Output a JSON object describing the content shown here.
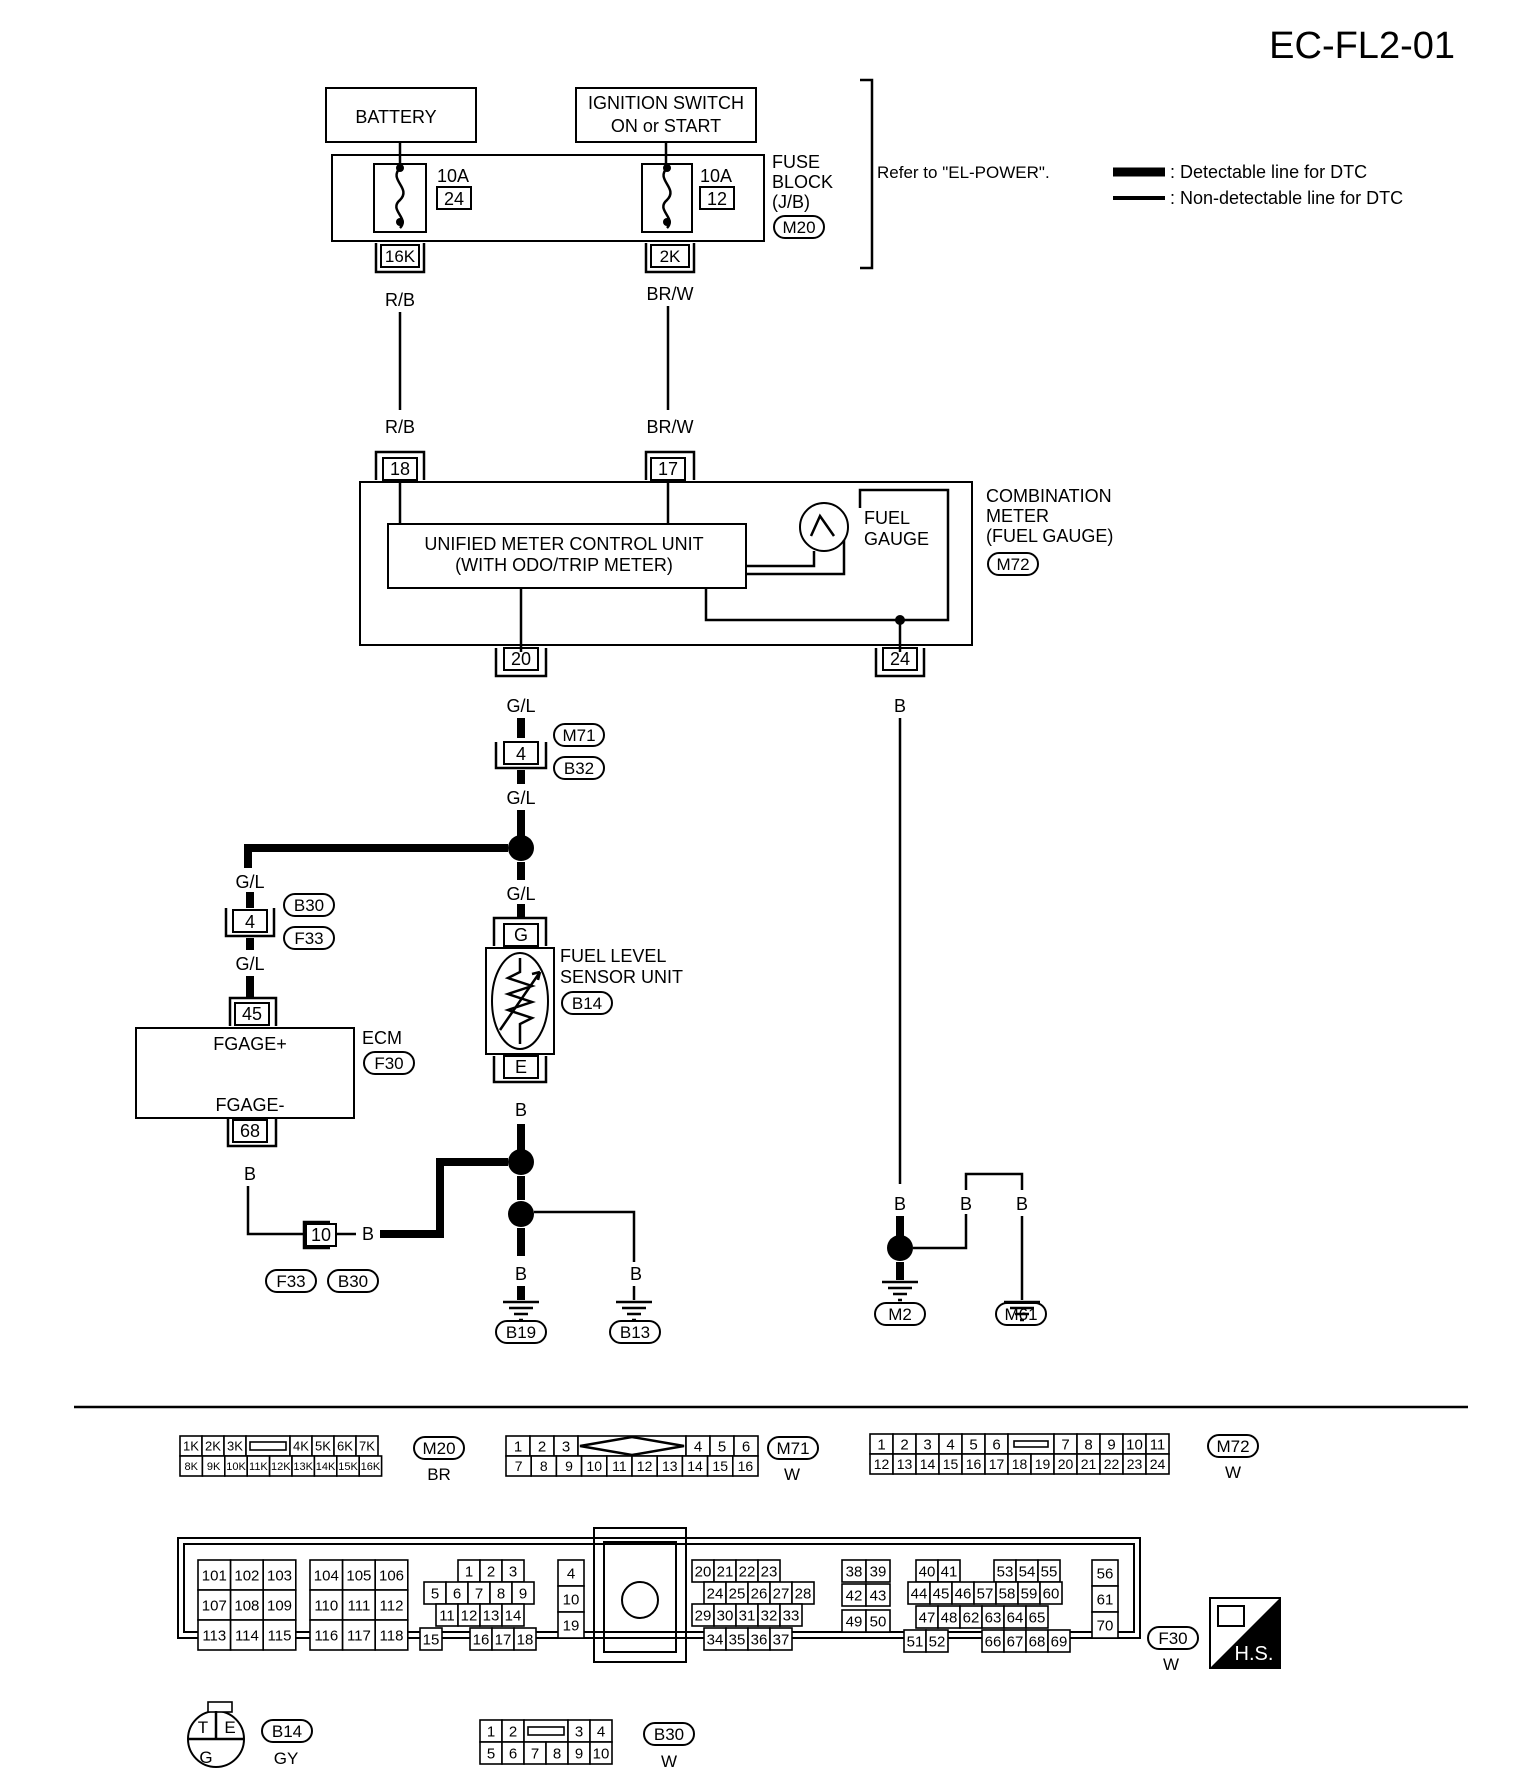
{
  "page_id": "EC-FL2-01",
  "power": {
    "battery": "BATTERY",
    "ignition_l1": "IGNITION SWITCH",
    "ignition_l2": "ON or START",
    "fuse1_amp": "10A",
    "fuse1_no": "24",
    "fuse2_amp": "10A",
    "fuse2_no": "12",
    "fuse_block_l1": "FUSE",
    "fuse_block_l2": "BLOCK",
    "fuse_block_l3": "(J/B)",
    "fuse_block_conn": "M20",
    "refer": "Refer to \"EL-POWER\".",
    "term1": "16K",
    "term2": "2K"
  },
  "legend": {
    "detectable": ": Detectable line for DTC",
    "non_detectable": ": Non-detectable line for DTC"
  },
  "wires": {
    "rb": "R/B",
    "brw": "BR/W",
    "gl": "G/L",
    "b": "B"
  },
  "meter": {
    "pin18": "18",
    "pin17": "17",
    "pin20": "20",
    "pin24": "24",
    "ucu_l1": "UNIFIED METER CONTROL UNIT",
    "ucu_l2": "(WITH ODO/TRIP METER)",
    "gauge_l1": "FUEL",
    "gauge_l2": "GAUGE",
    "title_l1": "COMBINATION",
    "title_l2": "METER",
    "title_l3": "(FUEL GAUGE)",
    "conn": "M72"
  },
  "conn_m71_b32": {
    "pin": "4",
    "a": "M71",
    "b": "B32"
  },
  "conn_b30_f33": {
    "pin": "4",
    "a": "B30",
    "b": "F33"
  },
  "conn_10": {
    "pin": "10",
    "a": "F33",
    "b": "B30"
  },
  "ecm": {
    "pin45": "45",
    "pin68": "68",
    "fgage_plus": "FGAGE+",
    "fgage_minus": "FGAGE-",
    "title": "ECM",
    "conn": "F30"
  },
  "sensor": {
    "pin_g": "G",
    "pin_e": "E",
    "l1": "FUEL LEVEL",
    "l2": "SENSOR UNIT",
    "conn": "B14"
  },
  "grounds": [
    "B19",
    "B13",
    "M2",
    "M61"
  ],
  "connector_views": {
    "m20": {
      "id": "M20",
      "color": "BR",
      "row1": [
        "1K",
        "2K",
        "3K",
        "",
        "4K",
        "5K",
        "6K",
        "7K"
      ],
      "row2": [
        "8K",
        "9K",
        "10K",
        "11K",
        "12K",
        "13K",
        "14K",
        "15K",
        "16K"
      ]
    },
    "m71": {
      "id": "M71",
      "color": "W",
      "row1a": [
        "1",
        "2",
        "3"
      ],
      "row1b": [
        "4",
        "5",
        "6"
      ],
      "row2": [
        "7",
        "8",
        "9",
        "10",
        "11",
        "12",
        "13",
        "14",
        "15",
        "16"
      ]
    },
    "m72": {
      "id": "M72",
      "color": "W",
      "row1a": [
        "1",
        "2",
        "3",
        "4",
        "5",
        "6"
      ],
      "row1b": [
        "7",
        "8",
        "9",
        "10",
        "11"
      ],
      "row2": [
        "12",
        "13",
        "14",
        "15",
        "16",
        "17",
        "18",
        "19",
        "20",
        "21",
        "22",
        "23",
        "24"
      ]
    },
    "f30": {
      "id": "F30",
      "color": "W",
      "hs": "H.S.",
      "blockA": [
        [
          "101",
          "102",
          "103"
        ],
        [
          "107",
          "108",
          "109"
        ],
        [
          "113",
          "114",
          "115"
        ]
      ],
      "blockB": [
        [
          "104",
          "105",
          "106"
        ],
        [
          "110",
          "111",
          "112"
        ],
        [
          "116",
          "117",
          "118"
        ]
      ],
      "c1r1": [
        "1",
        "2",
        "3"
      ],
      "c1r2": [
        "5",
        "6",
        "7",
        "8",
        "9"
      ],
      "c1r3": [
        "11",
        "12",
        "13",
        "14"
      ],
      "c1r4a": [
        "15"
      ],
      "c1r4b": [
        "16",
        "17",
        "18"
      ],
      "c2": [
        "4",
        "10",
        "19"
      ],
      "c3r1": [
        "20",
        "21",
        "22",
        "23"
      ],
      "c3r2": [
        "24",
        "25",
        "26",
        "27",
        "28"
      ],
      "c3r3": [
        "29",
        "30",
        "31",
        "32",
        "33"
      ],
      "c3r4": [
        "34",
        "35",
        "36",
        "37"
      ],
      "c4r1": [
        "38",
        "39"
      ],
      "c4r2": [
        "42",
        "43"
      ],
      "c4r3": [
        "49",
        "50"
      ],
      "c5r1a": [
        "40",
        "41"
      ],
      "c5r1b": [
        "53",
        "54",
        "55"
      ],
      "c5r2": [
        "44",
        "45",
        "46",
        "57",
        "58",
        "59",
        "60"
      ],
      "c5r3": [
        "47",
        "48",
        "62",
        "63",
        "64",
        "65"
      ],
      "c5r4a": [
        "51",
        "52"
      ],
      "c5r4b": [
        "66",
        "67",
        "68",
        "69"
      ],
      "c6": [
        "56",
        "61",
        "70"
      ]
    },
    "b14": {
      "id": "B14",
      "color": "GY",
      "t": "T",
      "e": "E",
      "g": "G"
    },
    "b30": {
      "id": "B30",
      "color": "W",
      "row1a": [
        "1",
        "2"
      ],
      "row1b": [
        "3",
        "4"
      ],
      "row2": [
        "5",
        "6",
        "7",
        "8",
        "9",
        "10"
      ]
    }
  }
}
